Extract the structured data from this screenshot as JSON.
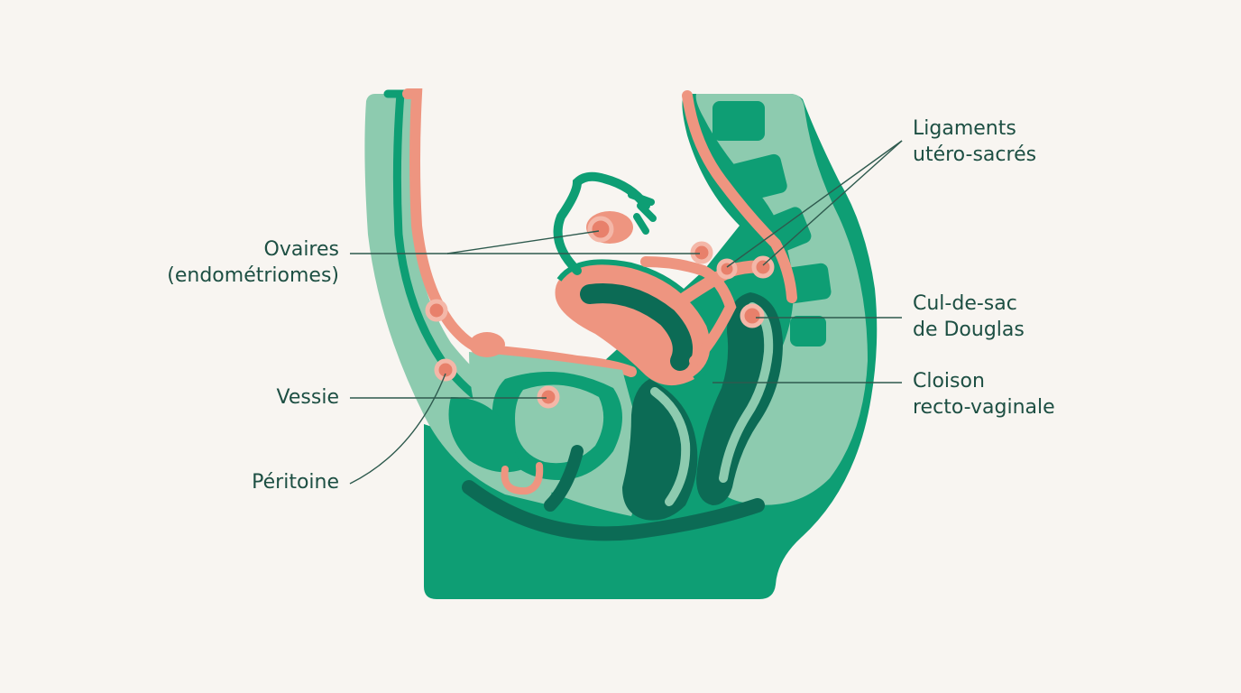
{
  "colors": {
    "background": "#f8f5f1",
    "green_dark": "#0e9e74",
    "green_light": "#8dcbaf",
    "green_deep": "#0c6b55",
    "pink": "#ee9580",
    "lesion": "#e8806b",
    "text": "#1d4f43",
    "leader_line": "#2e5a4e"
  },
  "labels": {
    "ovaires": {
      "line1": "Ovaires",
      "line2": "(endométriomes)"
    },
    "vessie": {
      "line1": "Vessie"
    },
    "peritoine": {
      "line1": "Péritoine"
    },
    "ligaments": {
      "line1": "Ligaments",
      "line2": "utéro-sacrés"
    },
    "douglas": {
      "line1": "Cul-de-sac",
      "line2": "de Douglas"
    },
    "cloison": {
      "line1": "Cloison",
      "line2": "recto-vaginale"
    }
  }
}
